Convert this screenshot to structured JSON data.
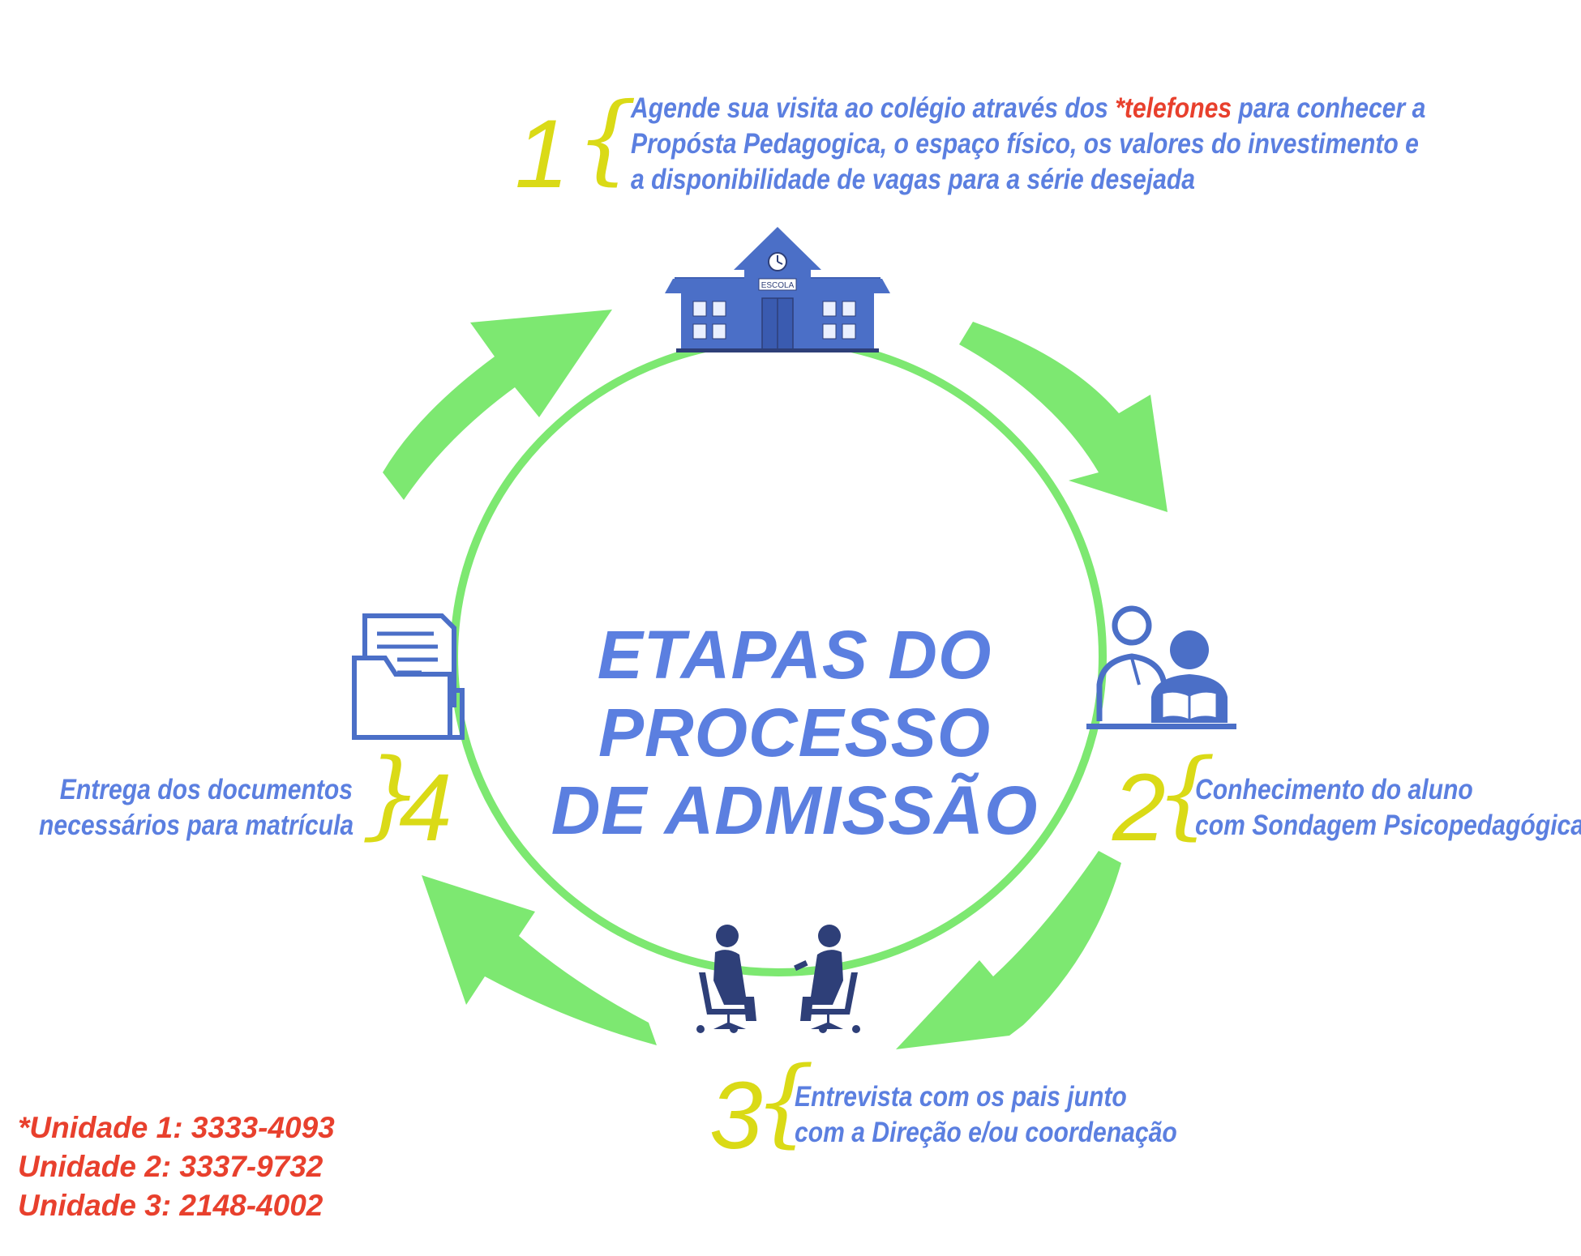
{
  "title": {
    "line1": "ETAPAS DO PROCESSO",
    "line2": "DE ADMISSÃO"
  },
  "steps": [
    {
      "number": "1",
      "lines": [
        "Agende sua visita ao colégio através dos",
        "*telefones",
        "para conhecer a",
        "Propósta Pedagogica, o espaço físico, os valores do investimento e",
        "a disponibilidade de vagas para a série desejada"
      ],
      "icon": "school-building-icon",
      "icon_sign": "ESCOLA"
    },
    {
      "number": "2",
      "lines": [
        "Conhecimento do aluno",
        "com Sondagem Psicopedagógica"
      ],
      "icon": "teacher-student-reading-icon"
    },
    {
      "number": "3",
      "lines": [
        "Entrevista com os pais junto",
        "com a Direção e/ou coordenação"
      ],
      "icon": "two-people-meeting-icon"
    },
    {
      "number": "4",
      "lines": [
        "Entrega dos documentos",
        "necessários para matrícula"
      ],
      "icon": "document-folder-icon"
    }
  ],
  "phones": [
    "*Unidade 1: 3333-4093",
    "Unidade 2: 3337-9732",
    "Unidade 3: 2148-4002"
  ],
  "colors": {
    "text_blue": "#5b7fe0",
    "icon_blue": "#4b6fc7",
    "dark_navy": "#2e3f78",
    "step_yellow": "#dada16",
    "cycle_green": "#7de871",
    "phone_red": "#e8402d"
  }
}
